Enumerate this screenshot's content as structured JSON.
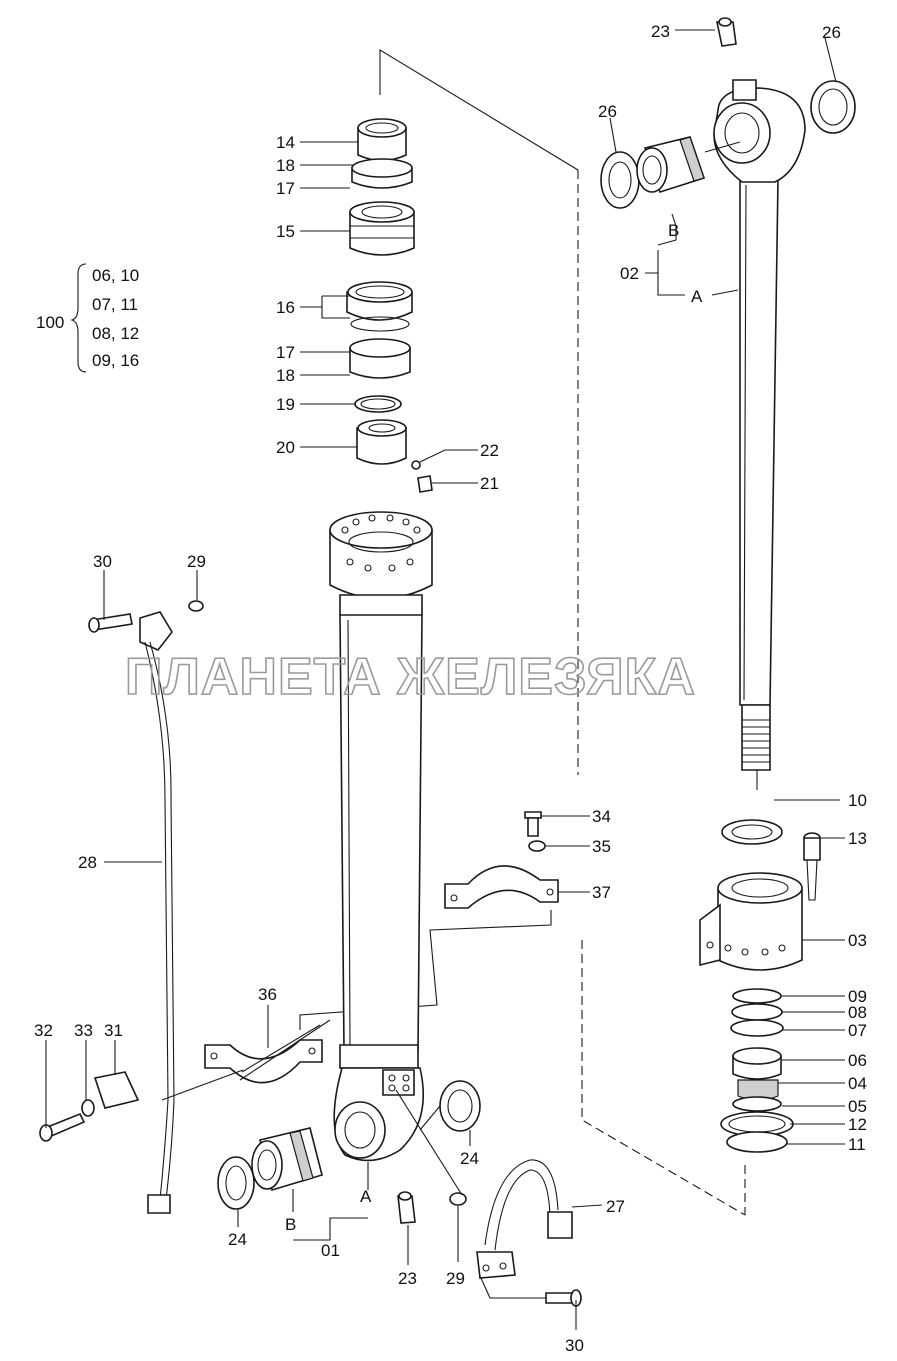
{
  "watermark": "ПЛАНЕТА ЖЕЛЕЗЯКА",
  "kit": {
    "number": "100",
    "groups": [
      "06, 10",
      "07, 11",
      "08, 12",
      "09, 16"
    ]
  },
  "subassemblies": {
    "tube": {
      "number": "01",
      "part_a": "A",
      "part_b": "B"
    },
    "rod": {
      "number": "02",
      "part_a": "A",
      "part_b": "B"
    }
  },
  "labels": {
    "p23_top": "23",
    "p26_right": "26",
    "p26_left": "26",
    "p14": "14",
    "p18_top": "18",
    "p17_top": "17",
    "p15": "15",
    "p16": "16",
    "p17_bot": "17",
    "p18_bot": "18",
    "p19": "19",
    "p20": "20",
    "p22": "22",
    "p21": "21",
    "p30_top": "30",
    "p29_top": "29",
    "p28": "28",
    "p10": "10",
    "p13": "13",
    "p03": "03",
    "p09": "09",
    "p08": "08",
    "p07": "07",
    "p06": "06",
    "p04": "04",
    "p05": "05",
    "p12": "12",
    "p11": "11",
    "p34": "34",
    "p35": "35",
    "p37": "37",
    "p36": "36",
    "p32": "32",
    "p33": "33",
    "p31": "31",
    "p24_right": "24",
    "p24_left": "24",
    "p23_bot": "23",
    "p29_bot": "29",
    "p27": "27",
    "p30_bot": "30"
  }
}
